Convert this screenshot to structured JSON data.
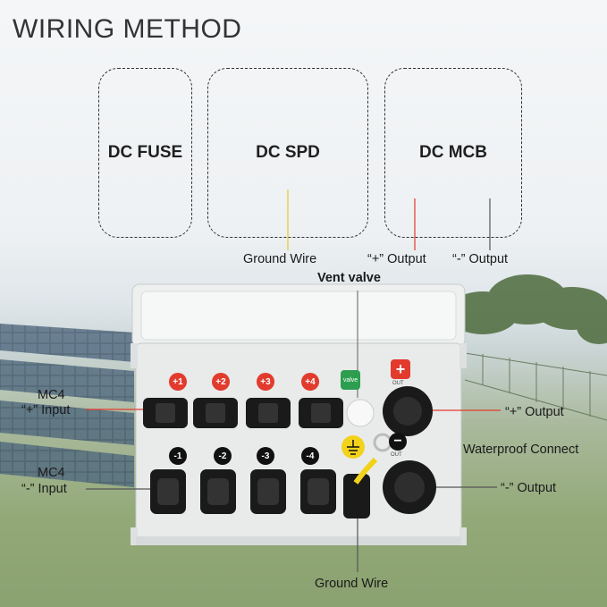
{
  "title": "WIRING METHOD",
  "components": {
    "fuse": "DC FUSE",
    "spd": "DC SPD",
    "mcb": "DC MCB"
  },
  "labels": {
    "ground_top": "Ground Wire",
    "plus_output_top": "“+” Output",
    "minus_output_top": "“-” Output",
    "vent": "Vent valve",
    "mc4_plus_line1": "MC4",
    "mc4_plus_line2": "“+” Input",
    "mc4_minus_line1": "MC4",
    "mc4_minus_line2": "“-” Input",
    "plus_output_right": "“+” Output",
    "waterproof": "Waterproof Connect",
    "minus_output_right": "“-” Output",
    "ground_bottom": "Ground Wire"
  },
  "badges": {
    "plus": [
      "+1",
      "+2",
      "+3",
      "+4"
    ],
    "minus": [
      "-1",
      "-2",
      "-3",
      "-4"
    ],
    "valve": "valve",
    "out": "OUT"
  },
  "colors": {
    "positive": "#e23b2e",
    "negative": "#111111",
    "ground": "#f2d21a",
    "valve": "#2d9e4f"
  }
}
